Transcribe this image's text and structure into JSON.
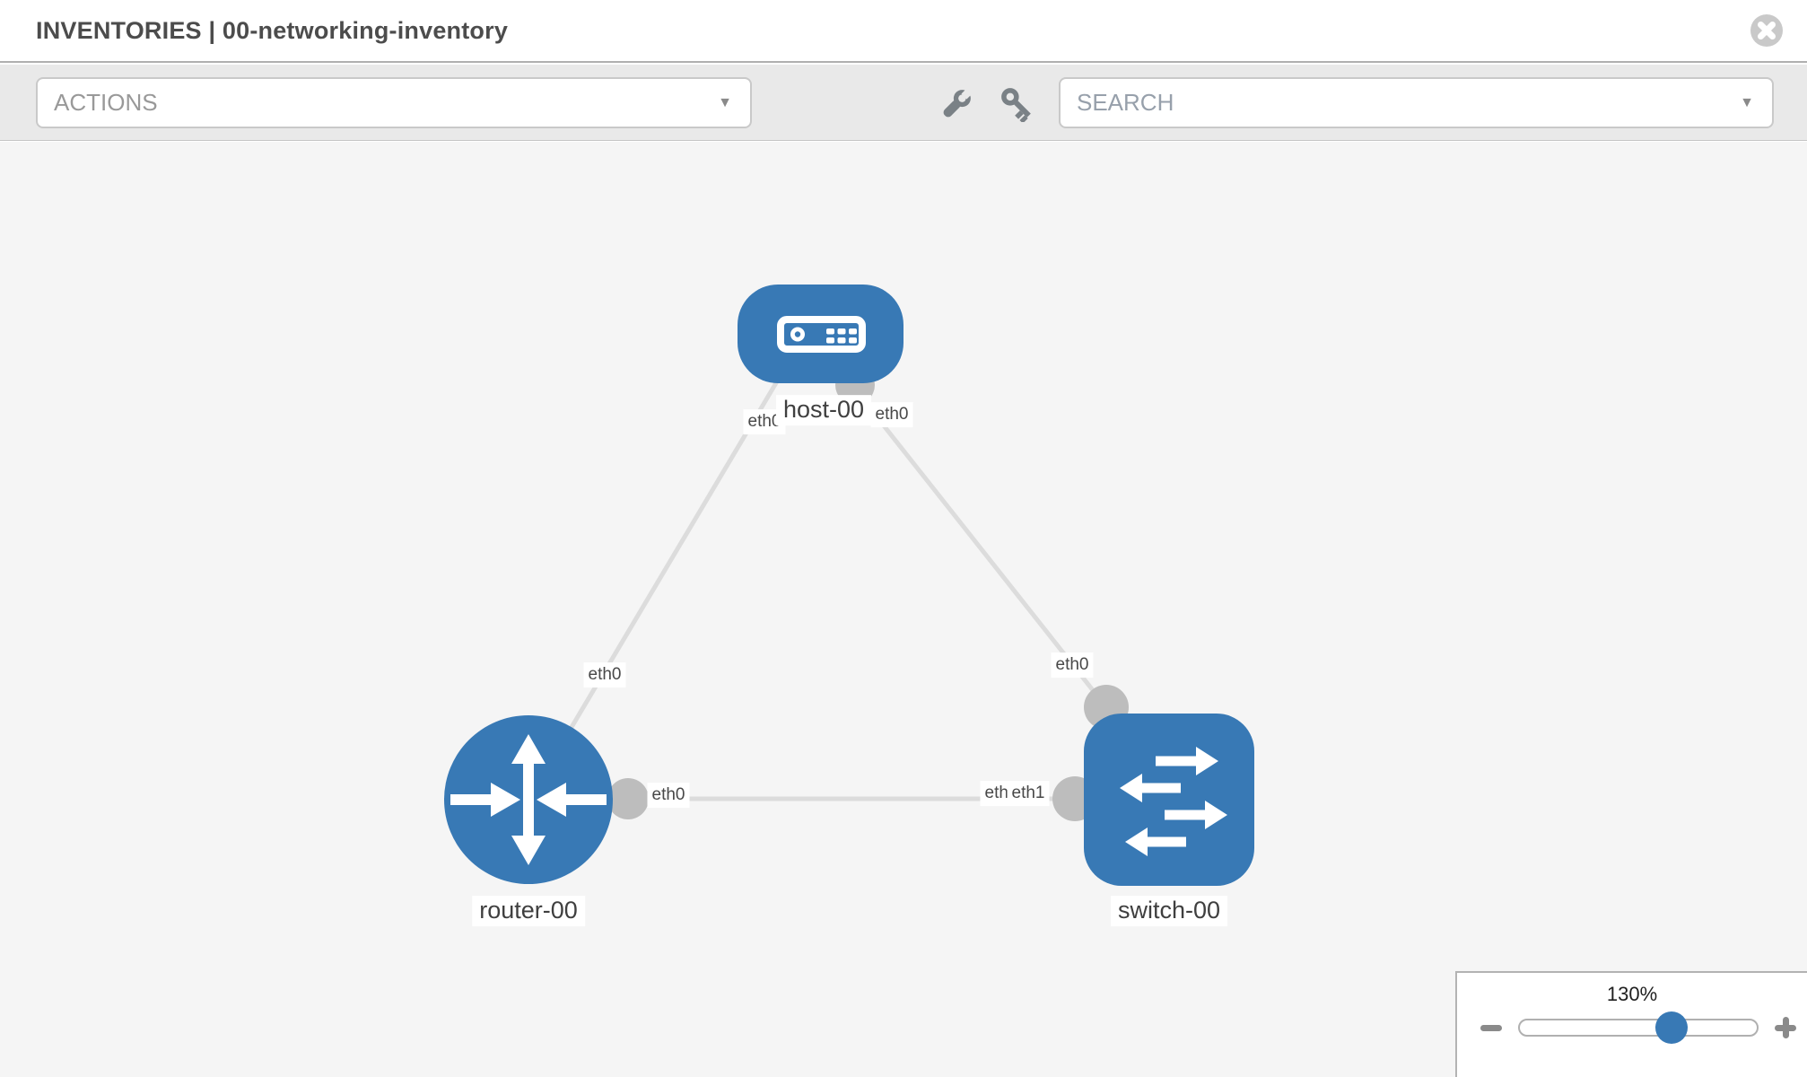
{
  "header": {
    "title": "INVENTORIES | 00-networking-inventory"
  },
  "toolbar": {
    "actions_label": "ACTIONS",
    "search_label": "SEARCH",
    "caret": "▼"
  },
  "icons": {
    "close": "circle-x",
    "actions_caret": "chevron-down",
    "search_caret": "chevron-down",
    "tools": [
      "wrench",
      "key"
    ],
    "zoom_out": "minus",
    "zoom_in": "plus"
  },
  "canvas": {
    "nodes": [
      {
        "id": "host-00",
        "type": "host",
        "label": "host-00"
      },
      {
        "id": "router-00",
        "type": "router",
        "label": "router-00"
      },
      {
        "id": "switch-00",
        "type": "switch",
        "label": "switch-00"
      }
    ],
    "links": [
      {
        "from": "host-00",
        "from_if": "eth0",
        "to": "router-00",
        "to_if": "eth0"
      },
      {
        "from": "host-00",
        "from_if": "eth0",
        "to": "switch-00",
        "to_if": "eth0"
      },
      {
        "from": "router-00",
        "from_if": "eth0",
        "to": "switch-00",
        "to_if": "eth1"
      }
    ],
    "node_labels": {
      "host": "host-00",
      "router": "router-00",
      "switch": "switch-00"
    },
    "interface_labels": {
      "host_left": "eth0",
      "host_right": "eth0",
      "router_top": "eth0",
      "switch_top": "eth0",
      "bottom_left": "eth0",
      "bottom_right_under": "eth0",
      "bottom_right_over": "eth1"
    }
  },
  "zoom": {
    "level": "130%"
  },
  "colors": {
    "node_blue": "#3879b5",
    "link_gray": "#dcdcdc",
    "interface_dot_gray": "#bdbdbd",
    "toolbar_bg": "#e9e9e9",
    "canvas_bg": "#f5f5f5",
    "icon_gray": "#7a8186"
  }
}
